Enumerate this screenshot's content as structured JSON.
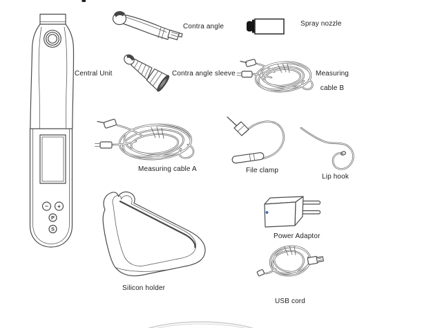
{
  "palette": {
    "background": "#ffffff",
    "line": "#4a4a4a",
    "label_text": "#1c1c1c",
    "spray_cap_black": "#151515",
    "adaptor_led_blue": "#4a6fb5",
    "footer_decoration_gray": "#cbcbcb"
  },
  "labels": {
    "central_unit": "Central Unit",
    "contra_angle": "Contra angle",
    "spray_nozzle": "Spray nozzle",
    "contra_angle_sleeve": "Contra angle sleeve",
    "measuring_cable_b_line1": "Measuring",
    "measuring_cable_b_line2": "cable B",
    "measuring_cable_a": "Measuring cable A",
    "file_clamp": "File clamp",
    "lip_hook": "Lip hook",
    "silicon_holder": "Silicon holder",
    "power_adaptor": "Power Adaptor",
    "usb_cord": "USB cord"
  },
  "central_unit_controls": {
    "minus_button": "−",
    "plus_button": "+",
    "program_button": "P",
    "select_button": "S"
  }
}
